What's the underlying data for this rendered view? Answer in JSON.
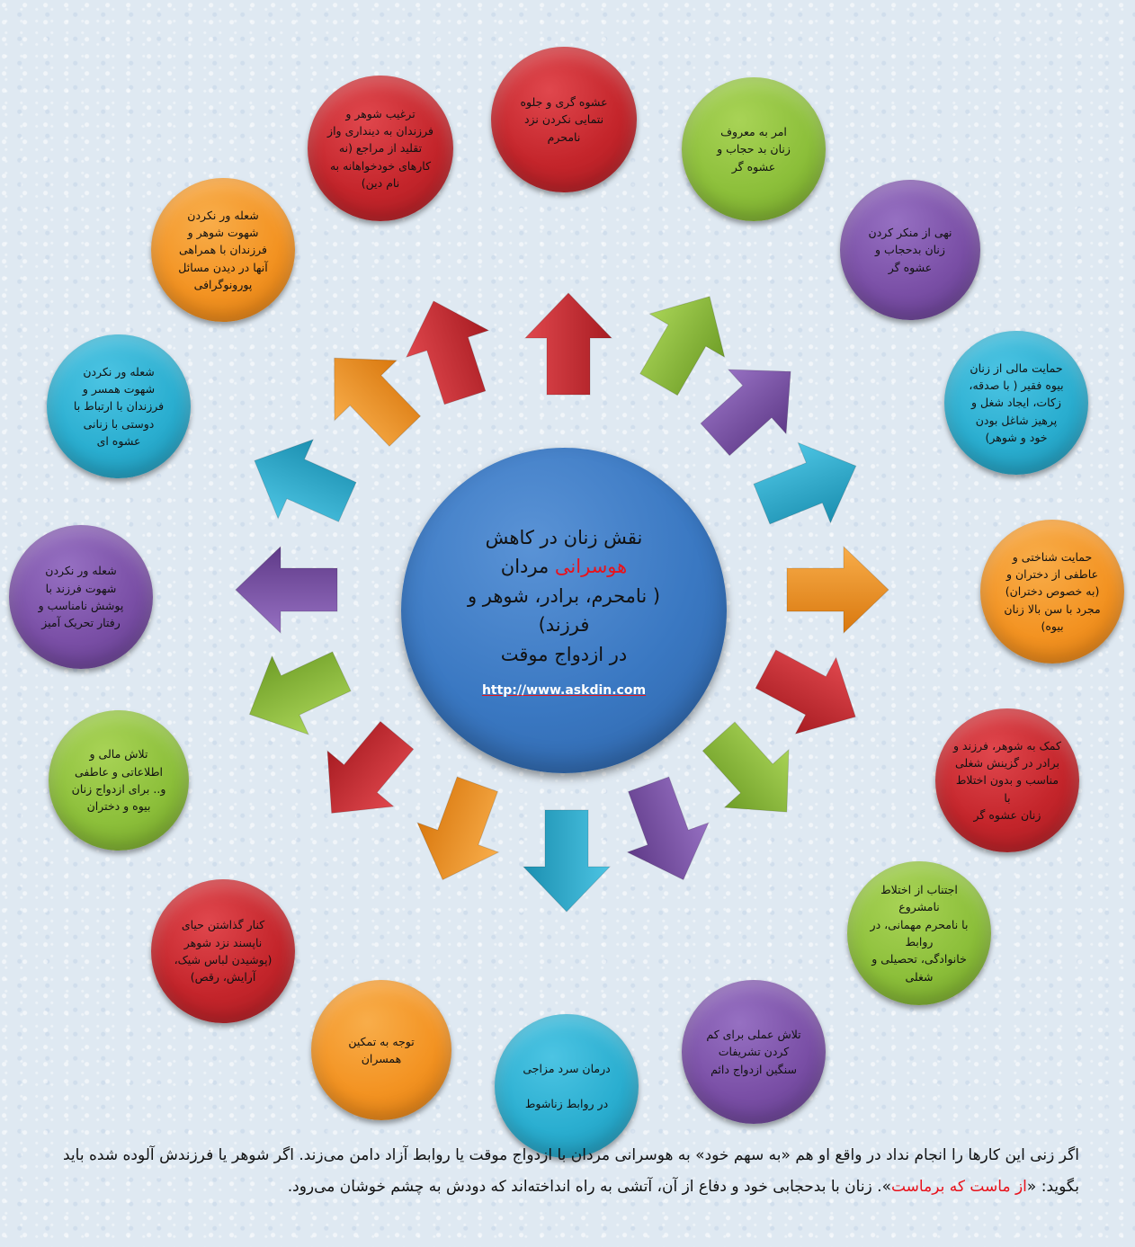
{
  "center": {
    "line1": "نقش زنان در کاهش",
    "line2_highlight": "هوسرانی",
    "line2_rest": " مردان",
    "line3": "( نامحرم، برادر، شوهر و",
    "line4": "فرزند)",
    "line5": "در ازدواج موقت",
    "link": "http://www.askdin.com"
  },
  "colors": {
    "red": "#c4252b",
    "green": "#8cbf3a",
    "purple": "#7a4fa6",
    "cyan": "#2aaed0",
    "orange": "#f39322",
    "center": "#3a78c2",
    "highlight": "#e8121b"
  },
  "nodes": [
    {
      "id": "n01",
      "color": "red",
      "text": "عشوه گری  و جلوه\nنتمایی نکردن نزد\nنامحرم"
    },
    {
      "id": "n02",
      "color": "green",
      "text": "امر به معروف\nزنان بد حجاب و\nعشوه گر"
    },
    {
      "id": "n03",
      "color": "purple",
      "text": "نهی از منکر کردن\nزنان بدحجاب و\nعشوه گر"
    },
    {
      "id": "n04",
      "color": "cyan",
      "text": "حمایت مالی از زنان\nبیوه فقیر ( با صدقه،\nزکات، ایجاد شغل و\nپرهیز شاغل بودن\nخود و شوهر)"
    },
    {
      "id": "n05",
      "color": "orange",
      "text": "حمایت شناختی و\nعاطفی از دختران و\n(به خصوص دختران)\nمجرد با سن بالا زنان\nبیوه)"
    },
    {
      "id": "n06",
      "color": "red",
      "text": "کمک به شوهر، فرزند و\nبرادر در گزینش شغلی\nمناسب و بدون اختلاط با\nزنان عشوه گر"
    },
    {
      "id": "n07",
      "color": "green",
      "text": "اجتناب از  اختلاط نامشروع\nبا نامحرم مهمانی، در روابط\nخانوادگی، تحصیلی و شغلی"
    },
    {
      "id": "n08",
      "color": "purple",
      "text": "تلاش عملی برای کم\nکردن تشریفات\nسنگین ازدواج دائم"
    },
    {
      "id": "n09",
      "color": "cyan",
      "text": "درمان سرد مزاجی\n\nدر روابط  زناشوط"
    },
    {
      "id": "n10",
      "color": "orange",
      "text": "توجه به تمکین\nهمسران"
    },
    {
      "id": "n11",
      "color": "red",
      "text": "کنار گذاشتن حیای\nناپسند نزد شوهر\n(پوشیدن لباس شیک،\nآرایش، رقص)"
    },
    {
      "id": "n12",
      "color": "green",
      "text": "تلاش مالی و\nاطلاعاتی و عاطفی\nو.. برای ازدواج زنان\nبیوه و دختران"
    },
    {
      "id": "n13",
      "color": "purple",
      "text": "شعله ور نکردن\nشهوت فرزند با\nپوشش نامناسب و\nرفتار تحریک آمیز"
    },
    {
      "id": "n14",
      "color": "cyan",
      "text": "شعله ور نکردن\nشهوت همسر و\nفرزندان با ارتباط با\nدوستی با زنانی\nعشوه ای"
    },
    {
      "id": "n15",
      "color": "orange",
      "text": "شعله ور نکردن\nشهوت شوهر و\nفرزندان با همراهی\nآنها در دیدن مسائل\nپورونوگرافی"
    },
    {
      "id": "n16",
      "color": "red",
      "text": "ترغیب  شوهر و\nفرزندان به دینداری واز\nتقلید از مراجع (نه\nکارهای خودخواهانه به\nنام دین)"
    }
  ],
  "arrows": [
    {
      "id": "a01",
      "color": "red"
    },
    {
      "id": "a02",
      "color": "green"
    },
    {
      "id": "a03",
      "color": "purple"
    },
    {
      "id": "a04",
      "color": "cyan"
    },
    {
      "id": "a05",
      "color": "orange"
    },
    {
      "id": "a06",
      "color": "red"
    },
    {
      "id": "a07",
      "color": "green"
    },
    {
      "id": "a08",
      "color": "purple"
    },
    {
      "id": "a09",
      "color": "cyan"
    },
    {
      "id": "a10",
      "color": "orange"
    },
    {
      "id": "a11",
      "color": "red"
    },
    {
      "id": "a12",
      "color": "green"
    },
    {
      "id": "a13",
      "color": "purple"
    },
    {
      "id": "a14",
      "color": "cyan"
    },
    {
      "id": "a15",
      "color": "orange"
    },
    {
      "id": "a16",
      "color": "red"
    }
  ],
  "caption": {
    "part1": "اگر زنی این کارها را انجام نداد در واقع او هم «به سهم خود» به هوسرانی مردان با ازدواج موقت یا روابط آزاد دامن می‌زند. اگر شوهر یا فرزندش آلوده شده باید بگوید: «",
    "quote": "از ماست که برماست",
    "part2": "». زنان با بدحجابی خود و دفاع از آن، آتشی به راه انداخته‌اند که دودش به چشم خوشان می‌رود."
  }
}
